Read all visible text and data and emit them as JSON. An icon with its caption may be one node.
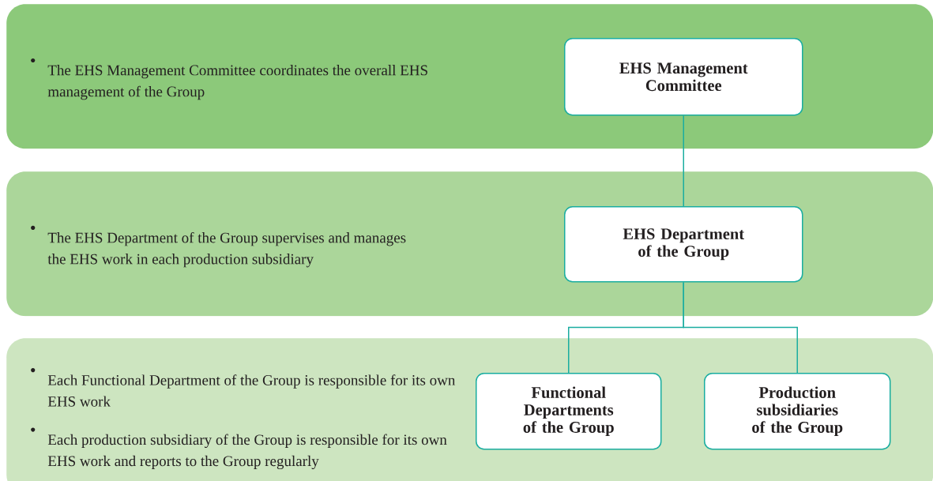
{
  "diagram": {
    "nodes": [
      {
        "text": [
          "The EHS Management Committee coordinates the overall EHS management of the Group"
        ]
      },
      {
        "text": [
          "EHS Management Committee"
        ],
        "in": 0
      },
      {
        "text": [
          "The EHS Department of the Group supervises and manages the EHS work in each production subsidiary"
        ]
      },
      {
        "text": [
          "EHS Department of the Group"
        ],
        "in": 2
      },
      {
        "text": [
          "Each Functional Department of the Group is responsible for its own EHS work",
          "Each production subsidiary of the Group is responsible for its own EHS work and reports to the Group regularly"
        ]
      },
      {
        "text": [
          "Functional Departments of the Group"
        ],
        "in": 4
      },
      {
        "text": [
          "Production subsidiaries of the Group"
        ],
        "in": 4
      }
    ],
    "edges": [
      {
        "from": 1,
        "to": 3,
        "arrow": "none"
      },
      {
        "from": 3,
        "to": 5,
        "arrow": "none"
      },
      {
        "from": 3,
        "to": 6,
        "arrow": "none"
      }
    ]
  }
}
